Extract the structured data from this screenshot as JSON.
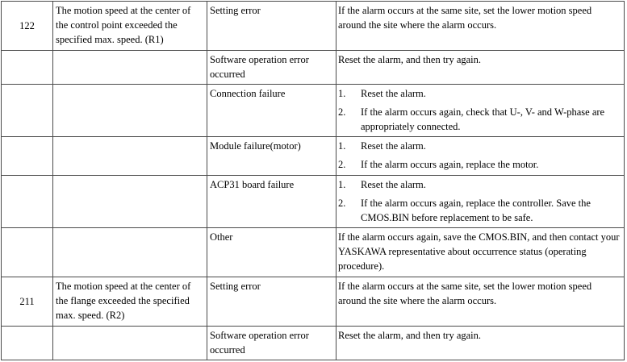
{
  "rows": [
    {
      "code": "122",
      "description": "The motion speed at the center of the control point exceeded the specified max. speed. (R1)",
      "cause": "Setting error",
      "remedy": "If the alarm occurs at the same site, set the lower motion speed around the site where the alarm occurs."
    },
    {
      "code": "",
      "description": "",
      "cause": "Software operation error occurred",
      "remedy": "Reset the alarm, and then try again."
    },
    {
      "code": "",
      "description": "",
      "cause": "Connection failure",
      "steps": [
        {
          "num": "1.",
          "text": "Reset the alarm."
        },
        {
          "num": "2.",
          "text": "If the alarm occurs again, check that U-, V- and W-phase are appropriately connected."
        }
      ]
    },
    {
      "code": "",
      "description": "",
      "cause": "Module failure(motor)",
      "steps": [
        {
          "num": "1.",
          "text": "Reset the alarm."
        },
        {
          "num": "2.",
          "text": "If the alarm occurs again, replace the motor."
        }
      ]
    },
    {
      "code": "",
      "description": "",
      "cause": "ACP31 board failure",
      "steps": [
        {
          "num": "1.",
          "text": "Reset the alarm."
        },
        {
          "num": "2.",
          "text": "If the alarm occurs again, replace the controller. Save the CMOS.BIN before replacement to be safe."
        }
      ]
    },
    {
      "code": "",
      "description": "",
      "cause": "Other",
      "remedy": "If the alarm occurs again, save the CMOS.BIN, and then contact your YASKAWA representative about occurrence status (operating procedure)."
    },
    {
      "code": "211",
      "description": "The motion speed at the center of the flange exceeded the specified max. speed. (R2)",
      "cause": "Setting error",
      "remedy": "If the alarm occurs at the same site, set the lower motion speed around the site where the alarm occurs."
    },
    {
      "code": "",
      "description": "",
      "cause": "Software operation error occurred",
      "remedy": "Reset the alarm, and then try again."
    }
  ]
}
